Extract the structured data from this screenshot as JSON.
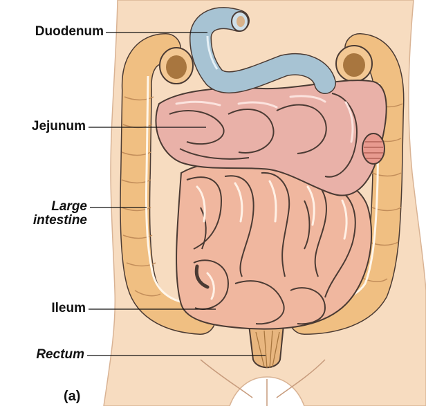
{
  "labels": {
    "duodenum": "Duodenum",
    "jejunum": "Jejunum",
    "large_intestine_line1": "Large",
    "large_intestine_line2": "intestine",
    "ileum": "Ileum",
    "rectum": "Rectum"
  },
  "panel_label": "(a)",
  "colors": {
    "skin": "#f7dcc0",
    "skin_shadow": "#e9c19f",
    "small_intestine": "#f0b79f",
    "jejunum": "#e9b1a8",
    "duodenum": "#a7c3d3",
    "colon": "#f0bf82",
    "outline": "#4a3a33"
  }
}
